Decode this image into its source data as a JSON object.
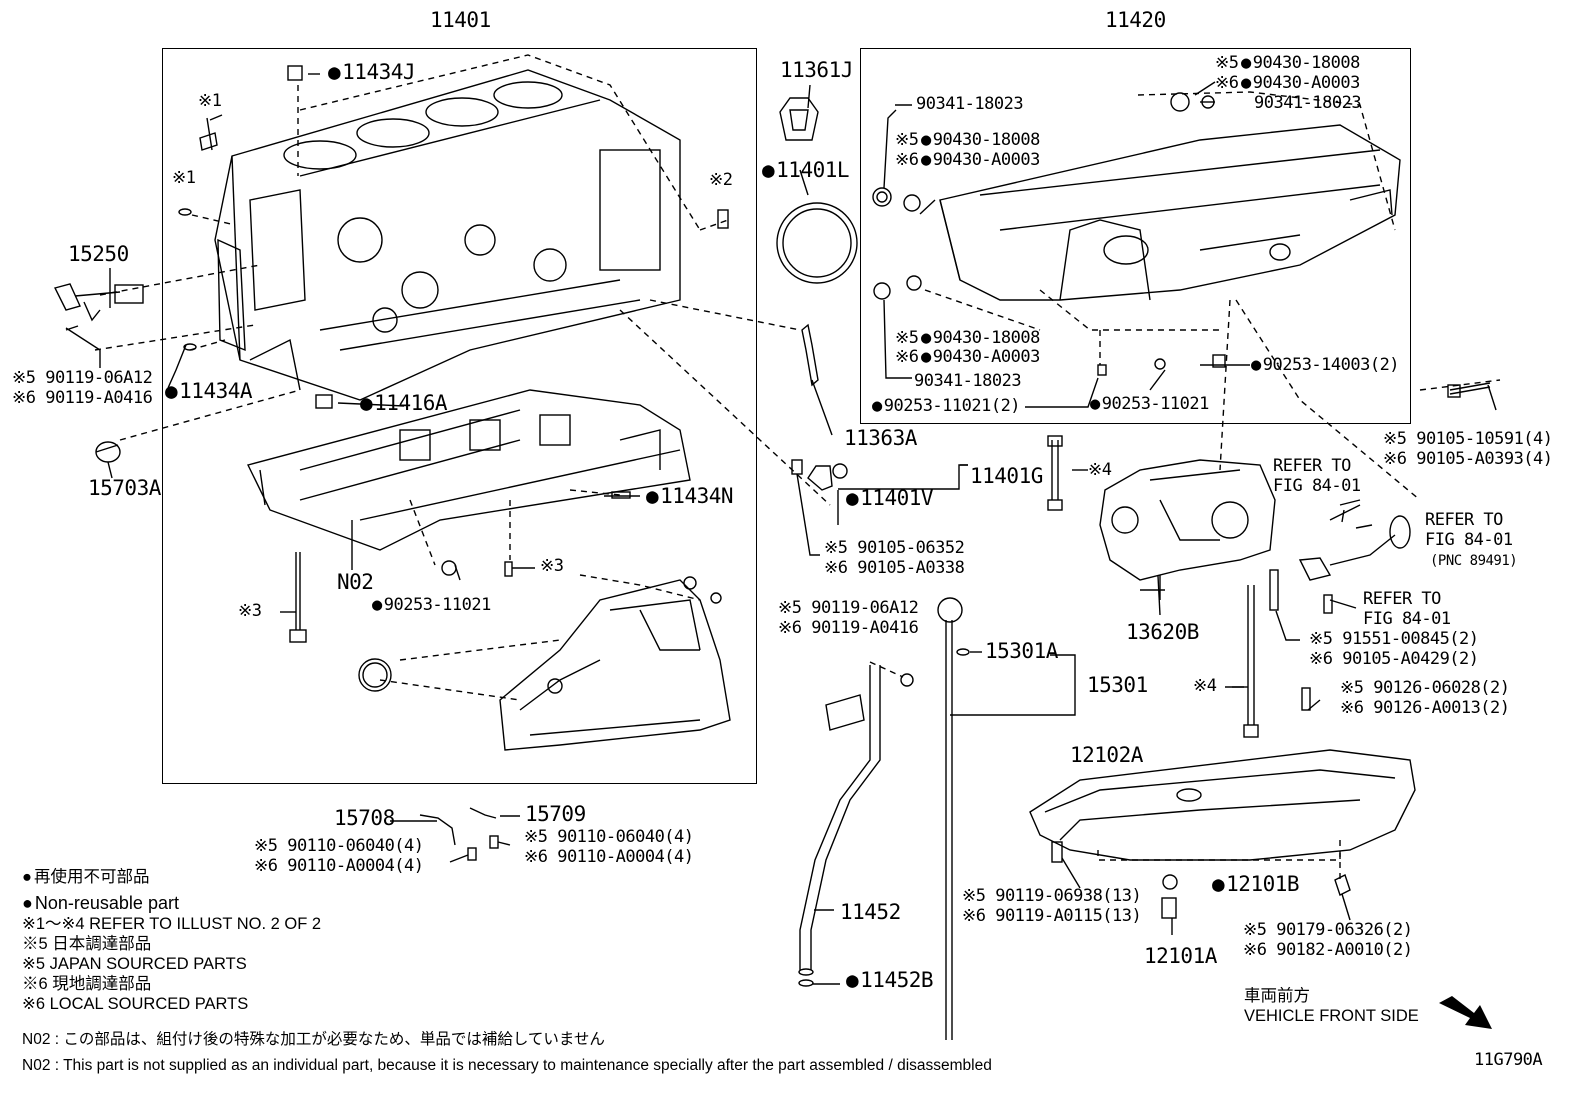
{
  "diagram_code": "11G790A",
  "groups": {
    "block": "11401",
    "crank_housing": "11420",
    "oil_pump": "13620B",
    "oil_pan": "12102A",
    "oil_strainer_gauge": "15301"
  },
  "labels": {
    "p11434J": "11434J",
    "r1a": "※1",
    "r1b": "※1",
    "r2": "※2",
    "p15250": "15250",
    "b1_jp": "※5 90119-06A12",
    "b1_loc": "※6 90119-A0416",
    "p11434A": "11434A",
    "p11416A": "11416A",
    "p15703A": "15703A",
    "p11434N": "11434N",
    "r3a": "※3",
    "r3b": "※3",
    "n02": "N02",
    "p90253_11021_a": "90253-11021",
    "p11361J": "11361J",
    "p11401L": "11401L",
    "p11363A": "11363A",
    "p11401G": "11401G",
    "p11401V": "11401V",
    "b2_jp": "※5 90105-06352",
    "b2_loc": "※6 90105-A0338",
    "b3_jp": "※5 90119-06A12",
    "b3_loc": "※6 90119-A0416",
    "p15301A": "15301A",
    "p15301": "15301",
    "p15708": "15708",
    "p15709": "15709",
    "b4_jp": "※5 90110-06040(4)",
    "b4_loc": "※6 90110-A0004(4)",
    "b5_jp": "※5 90110-06040(4)",
    "b5_loc": "※6 90110-A0004(4)",
    "p11452": "11452",
    "p11452B": "11452B",
    "g1_jp": "※5",
    "g1_code": "90430-18008",
    "g1_loc": "※6",
    "g1_code2": "90430-A0003",
    "c90341_a": "90341-18023",
    "c90341_b": "90341-18023",
    "g2_jp": "※5",
    "g2_code": "90430-18008",
    "g2_loc": "※6",
    "g2_code2": "90430-A0003",
    "g3_jp": "※5",
    "g3_code": "90430-18008",
    "g3_loc": "※6",
    "g3_code2": "90430-A0003",
    "c90341_c": "90341-18023",
    "p90253_11021_2": "90253-11021(2)",
    "p90253_11021_b": "90253-11021",
    "p90253_14003": "90253-14003(2)",
    "b6_jp": "※5 90105-10591(4)",
    "b6_loc": "※6 90105-A0393(4)",
    "r4a": "※4",
    "r4b": "※4",
    "refer1_a": "REFER TO",
    "refer1_b": "FIG 84-01",
    "refer2_a": "REFER TO",
    "refer2_b": "FIG 84-01",
    "refer2_c": "(PNC 89491)",
    "refer3_a": "REFER TO",
    "refer3_b": "FIG 84-01",
    "b7_jp": "※5 91551-00845(2)",
    "b7_loc": "※6 90105-A0429(2)",
    "b8_jp": "※5 90126-06028(2)",
    "b8_loc": "※6 90126-A0013(2)",
    "b9_jp": "※5 90119-06938(13)",
    "b9_loc": "※6 90119-A0115(13)",
    "p12101B": "12101B",
    "p12101A": "12101A",
    "b10_jp": "※5 90179-06326(2)",
    "b10_loc": "※6 90182-A0010(2)"
  },
  "legend": {
    "nonreuse_jp": "再使用不可部品",
    "nonreuse_en": "Non-reusable part",
    "refer_illust": "※1～※4  REFER TO ILLUST NO. 2 OF 2",
    "jp_sourced_jp": "※5  日本調達部品",
    "jp_sourced_en": "※5  JAPAN SOURCED PARTS",
    "local_sourced_jp": "※6  現地調達部品",
    "local_sourced_en": "※6  LOCAL SOURCED PARTS",
    "n02_jp": "N02 : この部品は、組付け後の特殊な加工が必要なため、単品では補給していません",
    "n02_en": "N02 : This part is not supplied as an individual part, because it is necessary to maintenance specially after the part assembled / disassembled"
  },
  "orientation": {
    "front_jp": "車両前方",
    "front_en": "VEHICLE FRONT SIDE"
  }
}
